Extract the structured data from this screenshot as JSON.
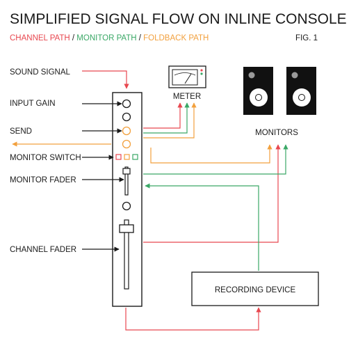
{
  "title": "SIMPLIFIED SIGNAL FLOW ON INLINE CONSOLE",
  "legend": {
    "channel": "CHANNEL PATH",
    "sep1": " / ",
    "monitor": "MONITOR PATH",
    "sep2": " / ",
    "foldback": "FOLDBACK PATH"
  },
  "fig": "FIG. 1",
  "labels": {
    "sound_signal": "SOUND SIGNAL",
    "input_gain": "INPUT GAIN",
    "send": "SEND",
    "monitor_switch": "MONITOR SWITCH",
    "monitor_fader": "MONITOR FADER",
    "channel_fader": "CHANNEL FADER",
    "meter": "METER",
    "monitors": "MONITORS",
    "recording_device": "RECORDING DEVICE"
  },
  "colors": {
    "channel": "#e8474f",
    "monitor": "#3aa866",
    "foldback": "#f2a03d",
    "ink": "#1a1a1a"
  }
}
